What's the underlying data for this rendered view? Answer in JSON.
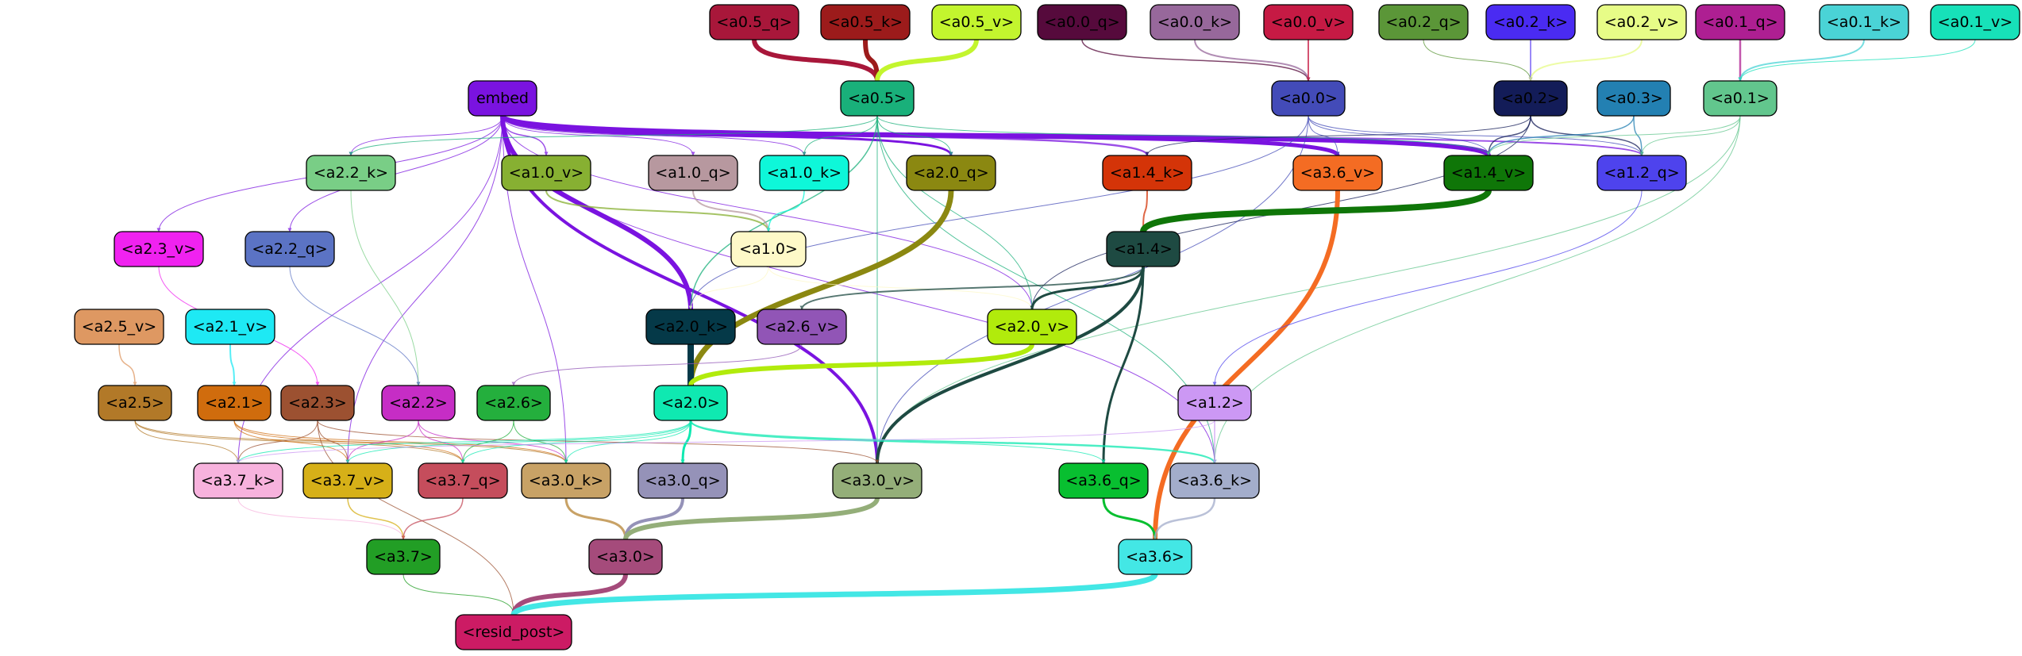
{
  "nodes": [
    {
      "id": "a0_5_q",
      "label": "<a0.5_q>",
      "fill": "#a8173a",
      "text": "#000000"
    },
    {
      "id": "a0_5_k",
      "label": "<a0.5_k>",
      "fill": "#9c1b1b",
      "text": "#000000"
    },
    {
      "id": "a0_5_v",
      "label": "<a0.5_v>",
      "fill": "#c3f52e",
      "text": "#000000"
    },
    {
      "id": "a0_0_q",
      "label": "<a0.0_q>",
      "fill": "#560a3c",
      "text": "#000000"
    },
    {
      "id": "a0_0_k",
      "label": "<a0.0_k>",
      "fill": "#97689b",
      "text": "#000000"
    },
    {
      "id": "a0_0_v",
      "label": "<a0.0_v>",
      "fill": "#c61a44",
      "text": "#000000"
    },
    {
      "id": "a0_2_q",
      "label": "<a0.2_q>",
      "fill": "#5b9638",
      "text": "#000000"
    },
    {
      "id": "a0_2_k",
      "label": "<a0.2_k>",
      "fill": "#4a2bf2",
      "text": "#000000"
    },
    {
      "id": "a0_2_v",
      "label": "<a0.2_v>",
      "fill": "#e7fc87",
      "text": "#000000"
    },
    {
      "id": "a0_1_q",
      "label": "<a0.1_q>",
      "fill": "#ae1f92",
      "text": "#000000"
    },
    {
      "id": "a0_1_k",
      "label": "<a0.1_k>",
      "fill": "#4ad3d6",
      "text": "#000000"
    },
    {
      "id": "a0_1_v",
      "label": "<a0.1_v>",
      "fill": "#17e1b9",
      "text": "#000000"
    },
    {
      "id": "embed",
      "label": "embed",
      "fill": "#7a13e0",
      "text": "#000000"
    },
    {
      "id": "a0_5",
      "label": "<a0.5>",
      "fill": "#19b07a",
      "text": "#000000"
    },
    {
      "id": "a0_0",
      "label": "<a0.0>",
      "fill": "#434bb8",
      "text": "#000000"
    },
    {
      "id": "a0_2",
      "label": "<a0.2>",
      "fill": "#131c58",
      "text": "#000000"
    },
    {
      "id": "a0_3",
      "label": "<a0.3>",
      "fill": "#2380b2",
      "text": "#000000"
    },
    {
      "id": "a0_1",
      "label": "<a0.1>",
      "fill": "#62c68d",
      "text": "#000000"
    },
    {
      "id": "a2_2_k",
      "label": "<a2.2_k>",
      "fill": "#79ce86",
      "text": "#000000"
    },
    {
      "id": "a1_0_v",
      "label": "<a1.0_v>",
      "fill": "#87b032",
      "text": "#000000"
    },
    {
      "id": "a1_0_q",
      "label": "<a1.0_q>",
      "fill": "#b7989f",
      "text": "#000000"
    },
    {
      "id": "a1_0_k",
      "label": "<a1.0_k>",
      "fill": "#0ef7d9",
      "text": "#000000"
    },
    {
      "id": "a2_0_q",
      "label": "<a2.0_q>",
      "fill": "#8b8811",
      "text": "#000000"
    },
    {
      "id": "a1_4_k",
      "label": "<a1.4_k>",
      "fill": "#d43408",
      "text": "#000000"
    },
    {
      "id": "a3_6_v",
      "label": "<a3.6_v>",
      "fill": "#f46c23",
      "text": "#000000"
    },
    {
      "id": "a1_4_v",
      "label": "<a1.4_v>",
      "fill": "#0f7608",
      "text": "#000000"
    },
    {
      "id": "a1_2_q",
      "label": "<a1.2_q>",
      "fill": "#4e43ed",
      "text": "#000000"
    },
    {
      "id": "a2_3_v",
      "label": "<a2.3_v>",
      "fill": "#f022f0",
      "text": "#000000"
    },
    {
      "id": "a2_2_q",
      "label": "<a2.2_q>",
      "fill": "#5b73c4",
      "text": "#000000"
    },
    {
      "id": "a1_0",
      "label": "<a1.0>",
      "fill": "#fef9c8",
      "text": "#000000"
    },
    {
      "id": "a1_4",
      "label": "<a1.4>",
      "fill": "#1e4a42",
      "text": "#000000"
    },
    {
      "id": "a2_5_v",
      "label": "<a2.5_v>",
      "fill": "#de9862",
      "text": "#000000"
    },
    {
      "id": "a2_1_v",
      "label": "<a2.1_v>",
      "fill": "#1ee9f4",
      "text": "#000000"
    },
    {
      "id": "a2_0_k",
      "label": "<a2.0_k>",
      "fill": "#053948",
      "text": "#000000"
    },
    {
      "id": "a2_6_v",
      "label": "<a2.6_v>",
      "fill": "#9155b6",
      "text": "#000000"
    },
    {
      "id": "a2_0_v",
      "label": "<a2.0_v>",
      "fill": "#b1eb0c",
      "text": "#000000"
    },
    {
      "id": "a2_5",
      "label": "<a2.5>",
      "fill": "#b27928",
      "text": "#000000"
    },
    {
      "id": "a2_1",
      "label": "<a2.1>",
      "fill": "#d06c0d",
      "text": "#000000"
    },
    {
      "id": "a2_3",
      "label": "<a2.3>",
      "fill": "#9c5131",
      "text": "#000000"
    },
    {
      "id": "a2_2",
      "label": "<a2.2>",
      "fill": "#c62dc5",
      "text": "#000000"
    },
    {
      "id": "a2_6",
      "label": "<a2.6>",
      "fill": "#24af3d",
      "text": "#000000"
    },
    {
      "id": "a2_0",
      "label": "<a2.0>",
      "fill": "#0fe9b1",
      "text": "#000000"
    },
    {
      "id": "a1_2",
      "label": "<a1.2>",
      "fill": "#cc98f4",
      "text": "#000000"
    },
    {
      "id": "a3_7_k",
      "label": "<a3.7_k>",
      "fill": "#f7b2dd",
      "text": "#000000"
    },
    {
      "id": "a3_7_v",
      "label": "<a3.7_v>",
      "fill": "#d6b018",
      "text": "#000000"
    },
    {
      "id": "a3_7_q",
      "label": "<a3.7_q>",
      "fill": "#c54d5c",
      "text": "#000000"
    },
    {
      "id": "a3_0_k",
      "label": "<a3.0_k>",
      "fill": "#c8a266",
      "text": "#000000"
    },
    {
      "id": "a3_0_q",
      "label": "<a3.0_q>",
      "fill": "#9592b8",
      "text": "#000000"
    },
    {
      "id": "a3_0_v",
      "label": "<a3.0_v>",
      "fill": "#94ae79",
      "text": "#000000"
    },
    {
      "id": "a3_6_q",
      "label": "<a3.6_q>",
      "fill": "#08bf30",
      "text": "#000000"
    },
    {
      "id": "a3_6_k",
      "label": "<a3.6_k>",
      "fill": "#a3adcb",
      "text": "#000000"
    },
    {
      "id": "a3_7",
      "label": "<a3.7>",
      "fill": "#229e25",
      "text": "#000000"
    },
    {
      "id": "a3_0",
      "label": "<a3.0>",
      "fill": "#a54b7b",
      "text": "#000000"
    },
    {
      "id": "a3_6",
      "label": "<a3.6>",
      "fill": "#43e7e5",
      "text": "#000000"
    },
    {
      "id": "resid_post",
      "label": "<resid_post>",
      "fill": "#cc1b64",
      "text": "#000000"
    }
  ],
  "edges": [
    {
      "from": "a0_5_q",
      "to": "a0_5",
      "color": "#a8173a",
      "weight": 6
    },
    {
      "from": "a0_5_k",
      "to": "a0_5",
      "color": "#9c1b1b",
      "weight": 6
    },
    {
      "from": "a0_5_v",
      "to": "a0_5",
      "color": "#c3f52e",
      "weight": 6
    },
    {
      "from": "a0_0_q",
      "to": "a0_0",
      "color": "#560a3c",
      "weight": 1.5
    },
    {
      "from": "a0_0_k",
      "to": "a0_0",
      "color": "#97689b",
      "weight": 2
    },
    {
      "from": "a0_0_v",
      "to": "a0_0",
      "color": "#c61a44",
      "weight": 2
    },
    {
      "from": "a0_2_q",
      "to": "a0_2",
      "color": "#5b9638",
      "weight": 1
    },
    {
      "from": "a0_2_k",
      "to": "a0_2",
      "color": "#4a2bf2",
      "weight": 1.5
    },
    {
      "from": "a0_2_v",
      "to": "a0_2",
      "color": "#e7fc87",
      "weight": 2
    },
    {
      "from": "a0_1_q",
      "to": "a0_1",
      "color": "#ae1f92",
      "weight": 2.5
    },
    {
      "from": "a0_1_k",
      "to": "a0_1",
      "color": "#4ad3d6",
      "weight": 2
    },
    {
      "from": "a0_1_v",
      "to": "a0_1",
      "color": "#17e1b9",
      "weight": 1
    },
    {
      "from": "embed",
      "to": "a1_4_v",
      "color": "#7a13e0",
      "weight": 6
    },
    {
      "from": "embed",
      "to": "a3_6_v",
      "color": "#7a13e0",
      "weight": 5
    },
    {
      "from": "embed",
      "to": "a2_0_k",
      "color": "#7a13e0",
      "weight": 6
    },
    {
      "from": "embed",
      "to": "a3_0_v",
      "color": "#7a13e0",
      "weight": 4
    },
    {
      "from": "embed",
      "to": "a2_0_q",
      "color": "#7a13e0",
      "weight": 3
    },
    {
      "from": "embed",
      "to": "a1_4_k",
      "color": "#7a13e0",
      "weight": 2.5
    },
    {
      "from": "embed",
      "to": "a1_2_q",
      "color": "#7a13e0",
      "weight": 2
    },
    {
      "from": "embed",
      "to": "a1_0_v",
      "color": "#7a13e0",
      "weight": 1.5
    },
    {
      "from": "embed",
      "to": "a1_0_q",
      "color": "#7a13e0",
      "weight": 1
    },
    {
      "from": "embed",
      "to": "a1_0_k",
      "color": "#7a13e0",
      "weight": 1
    },
    {
      "from": "embed",
      "to": "a2_2_k",
      "color": "#7a13e0",
      "weight": 1
    },
    {
      "from": "embed",
      "to": "a2_3_v",
      "color": "#7a13e0",
      "weight": 1
    },
    {
      "from": "embed",
      "to": "a2_2_q",
      "color": "#7a13e0",
      "weight": 1
    },
    {
      "from": "embed",
      "to": "a3_7_k",
      "color": "#7a13e0",
      "weight": 1
    },
    {
      "from": "embed",
      "to": "a3_7_v",
      "color": "#7a13e0",
      "weight": 1
    },
    {
      "from": "embed",
      "to": "a3_0_k",
      "color": "#7a13e0",
      "weight": 1
    },
    {
      "from": "embed",
      "to": "a3_6_k",
      "color": "#7a13e0",
      "weight": 1
    },
    {
      "from": "embed",
      "to": "a2_0_v",
      "color": "#7a13e0",
      "weight": 1
    },
    {
      "from": "a0_5",
      "to": "a1_4_v",
      "color": "#19b07a",
      "weight": 1
    },
    {
      "from": "a0_5",
      "to": "a2_0_q",
      "color": "#19b07a",
      "weight": 1
    },
    {
      "from": "a0_5",
      "to": "a2_0_k",
      "color": "#19b07a",
      "weight": 1.5
    },
    {
      "from": "a0_5",
      "to": "a2_2_k",
      "color": "#19b07a",
      "weight": 1
    },
    {
      "from": "a0_5",
      "to": "a1_0_k",
      "color": "#19b07a",
      "weight": 1
    },
    {
      "from": "a0_5",
      "to": "a2_0_v",
      "color": "#19b07a",
      "weight": 1
    },
    {
      "from": "a0_5",
      "to": "a3_6_k",
      "color": "#19b07a",
      "weight": 1
    },
    {
      "from": "a0_5",
      "to": "a3_0_v",
      "color": "#19b07a",
      "weight": 1
    },
    {
      "from": "a0_0",
      "to": "a1_4_v",
      "color": "#434bb8",
      "weight": 1
    },
    {
      "from": "a0_0",
      "to": "a2_0_k",
      "color": "#434bb8",
      "weight": 1
    },
    {
      "from": "a0_0",
      "to": "a3_6_v",
      "color": "#434bb8",
      "weight": 1
    },
    {
      "from": "a0_0",
      "to": "a1_2_q",
      "color": "#434bb8",
      "weight": 1
    },
    {
      "from": "a0_0",
      "to": "a3_0_v",
      "color": "#434bb8",
      "weight": 1
    },
    {
      "from": "a0_2",
      "to": "a1_4_v",
      "color": "#131c58",
      "weight": 1.5
    },
    {
      "from": "a0_2",
      "to": "a1_2_q",
      "color": "#131c58",
      "weight": 1.5
    },
    {
      "from": "a0_2",
      "to": "a1_4_k",
      "color": "#131c58",
      "weight": 1
    },
    {
      "from": "a0_2",
      "to": "a2_0_v",
      "color": "#131c58",
      "weight": 1
    },
    {
      "from": "a0_3",
      "to": "a1_4_v",
      "color": "#2380b2",
      "weight": 1.5
    },
    {
      "from": "a0_3",
      "to": "a1_2_q",
      "color": "#2380b2",
      "weight": 1.5
    },
    {
      "from": "a0_1",
      "to": "a1_4_v",
      "color": "#62c68d",
      "weight": 1
    },
    {
      "from": "a0_1",
      "to": "a1_2_q",
      "color": "#62c68d",
      "weight": 1
    },
    {
      "from": "a0_1",
      "to": "a3_6_k",
      "color": "#62c68d",
      "weight": 1
    },
    {
      "from": "a0_1",
      "to": "a3_0_v",
      "color": "#62c68d",
      "weight": 1
    },
    {
      "from": "a2_2_k",
      "to": "a2_2",
      "color": "#79ce86",
      "weight": 1
    },
    {
      "from": "a1_0_v",
      "to": "a1_0",
      "color": "#87b032",
      "weight": 2
    },
    {
      "from": "a1_0_q",
      "to": "a1_0",
      "color": "#b7989f",
      "weight": 2
    },
    {
      "from": "a1_0_k",
      "to": "a1_0",
      "color": "#0ef7d9",
      "weight": 1.5
    },
    {
      "from": "a2_0_q",
      "to": "a2_0",
      "color": "#8b8811",
      "weight": 7
    },
    {
      "from": "a1_4_k",
      "to": "a1_4",
      "color": "#d43408",
      "weight": 2
    },
    {
      "from": "a3_6_v",
      "to": "a3_6",
      "color": "#f46c23",
      "weight": 6
    },
    {
      "from": "a1_4_v",
      "to": "a1_4",
      "color": "#0f7608",
      "weight": 8
    },
    {
      "from": "a1_2_q",
      "to": "a1_2",
      "color": "#4e43ed",
      "weight": 1
    },
    {
      "from": "a2_3_v",
      "to": "a2_3",
      "color": "#f022f0",
      "weight": 1
    },
    {
      "from": "a2_2_q",
      "to": "a2_2",
      "color": "#5b73c4",
      "weight": 1
    },
    {
      "from": "a1_0",
      "to": "a2_0_k",
      "color": "#fef9c8",
      "weight": 1
    },
    {
      "from": "a1_0",
      "to": "a2_0_v",
      "color": "#fef9c8",
      "weight": 1
    },
    {
      "from": "a1_4",
      "to": "a2_0_v",
      "color": "#1e4a42",
      "weight": 3
    },
    {
      "from": "a1_4",
      "to": "a3_6_q",
      "color": "#1e4a42",
      "weight": 3
    },
    {
      "from": "a1_4",
      "to": "a3_0_v",
      "color": "#1e4a42",
      "weight": 4
    },
    {
      "from": "a1_4",
      "to": "a2_6_v",
      "color": "#1e4a42",
      "weight": 2
    },
    {
      "from": "a2_5_v",
      "to": "a2_5",
      "color": "#de9862",
      "weight": 1.5
    },
    {
      "from": "a2_1_v",
      "to": "a2_1",
      "color": "#1ee9f4",
      "weight": 2
    },
    {
      "from": "a2_0_k",
      "to": "a2_0",
      "color": "#053948",
      "weight": 8
    },
    {
      "from": "a2_6_v",
      "to": "a2_6",
      "color": "#9155b6",
      "weight": 1
    },
    {
      "from": "a2_0_v",
      "to": "a2_0",
      "color": "#b1eb0c",
      "weight": 6
    },
    {
      "from": "a2_5",
      "to": "a3_7_k",
      "color": "#b27928",
      "weight": 1
    },
    {
      "from": "a2_5",
      "to": "a3_7_q",
      "color": "#b27928",
      "weight": 1
    },
    {
      "from": "a2_5",
      "to": "a3_0_k",
      "color": "#b27928",
      "weight": 1
    },
    {
      "from": "a2_1",
      "to": "a3_7_v",
      "color": "#d06c0d",
      "weight": 1
    },
    {
      "from": "a2_1",
      "to": "a3_7_q",
      "color": "#d06c0d",
      "weight": 1
    },
    {
      "from": "a2_1",
      "to": "a3_0_k",
      "color": "#d06c0d",
      "weight": 1
    },
    {
      "from": "a2_3",
      "to": "a3_7_k",
      "color": "#9c5131",
      "weight": 1
    },
    {
      "from": "a2_3",
      "to": "a3_7_v",
      "color": "#9c5131",
      "weight": 1
    },
    {
      "from": "a2_3",
      "to": "a3_0_v",
      "color": "#9c5131",
      "weight": 1
    },
    {
      "from": "a2_3",
      "to": "resid_post",
      "color": "#9c5131",
      "weight": 1
    },
    {
      "from": "a2_2",
      "to": "a3_7_q",
      "color": "#c62dc5",
      "weight": 1
    },
    {
      "from": "a2_2",
      "to": "a3_0_k",
      "color": "#c62dc5",
      "weight": 1
    },
    {
      "from": "a2_2",
      "to": "a3_7_v",
      "color": "#c62dc5",
      "weight": 1
    },
    {
      "from": "a2_6",
      "to": "a3_0_k",
      "color": "#24af3d",
      "weight": 1
    },
    {
      "from": "a2_6",
      "to": "a3_7_q",
      "color": "#24af3d",
      "weight": 1
    },
    {
      "from": "a2_0",
      "to": "a3_0_q",
      "color": "#0fe9b1",
      "weight": 3
    },
    {
      "from": "a2_0",
      "to": "a3_6_k",
      "color": "#0fe9b1",
      "weight": 2.5
    },
    {
      "from": "a2_0",
      "to": "a3_6_q",
      "color": "#0fe9b1",
      "weight": 1
    },
    {
      "from": "a2_0",
      "to": "a3_0_k",
      "color": "#0fe9b1",
      "weight": 1
    },
    {
      "from": "a2_0",
      "to": "a3_7_v",
      "color": "#0fe9b1",
      "weight": 1
    },
    {
      "from": "a2_0",
      "to": "a3_7_q",
      "color": "#0fe9b1",
      "weight": 1
    },
    {
      "from": "a2_0",
      "to": "a3_7_k",
      "color": "#0fe9b1",
      "weight": 1
    },
    {
      "from": "a1_2",
      "to": "a3_6_k",
      "color": "#cc98f4",
      "weight": 1.5
    },
    {
      "from": "a1_2",
      "to": "a3_7_k",
      "color": "#cc98f4",
      "weight": 1
    },
    {
      "from": "a3_7_k",
      "to": "a3_7",
      "color": "#f7b2dd",
      "weight": 1
    },
    {
      "from": "a3_7_v",
      "to": "a3_7",
      "color": "#d6b018",
      "weight": 1.5
    },
    {
      "from": "a3_7_q",
      "to": "a3_7",
      "color": "#c54d5c",
      "weight": 1.5
    },
    {
      "from": "a3_0_k",
      "to": "a3_0",
      "color": "#c8a266",
      "weight": 3
    },
    {
      "from": "a3_0_q",
      "to": "a3_0",
      "color": "#9592b8",
      "weight": 4
    },
    {
      "from": "a3_0_v",
      "to": "a3_0",
      "color": "#94ae79",
      "weight": 6
    },
    {
      "from": "a3_6_q",
      "to": "a3_6",
      "color": "#08bf30",
      "weight": 3
    },
    {
      "from": "a3_6_k",
      "to": "a3_6",
      "color": "#a3adcb",
      "weight": 2.5
    },
    {
      "from": "a3_7",
      "to": "resid_post",
      "color": "#229e25",
      "weight": 1
    },
    {
      "from": "a3_0",
      "to": "resid_post",
      "color": "#a54b7b",
      "weight": 6
    },
    {
      "from": "a3_6",
      "to": "resid_post",
      "color": "#43e7e5",
      "weight": 7
    }
  ]
}
